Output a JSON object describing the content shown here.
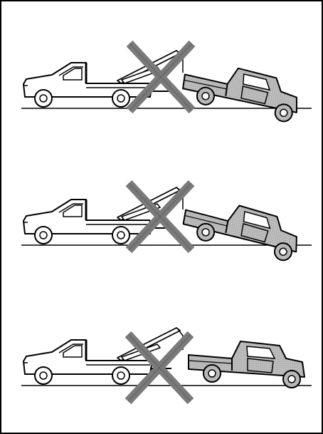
{
  "figure": {
    "panels": [
      {
        "towed_vehicle_angle": "rear-lifted",
        "marked_not_allowed": true
      },
      {
        "towed_vehicle_angle": "rear-lifted",
        "marked_not_allowed": true
      },
      {
        "towed_vehicle_angle": "level",
        "marked_not_allowed": true
      }
    ],
    "colors": {
      "line": "#000000",
      "towed_fill": "#b7b7b7",
      "prohibition_mark": "#7a7a7a",
      "background": "#ffffff"
    },
    "icons": [
      "tow-truck-icon",
      "towed-pickup-icon",
      "prohibition-x-icon"
    ]
  }
}
